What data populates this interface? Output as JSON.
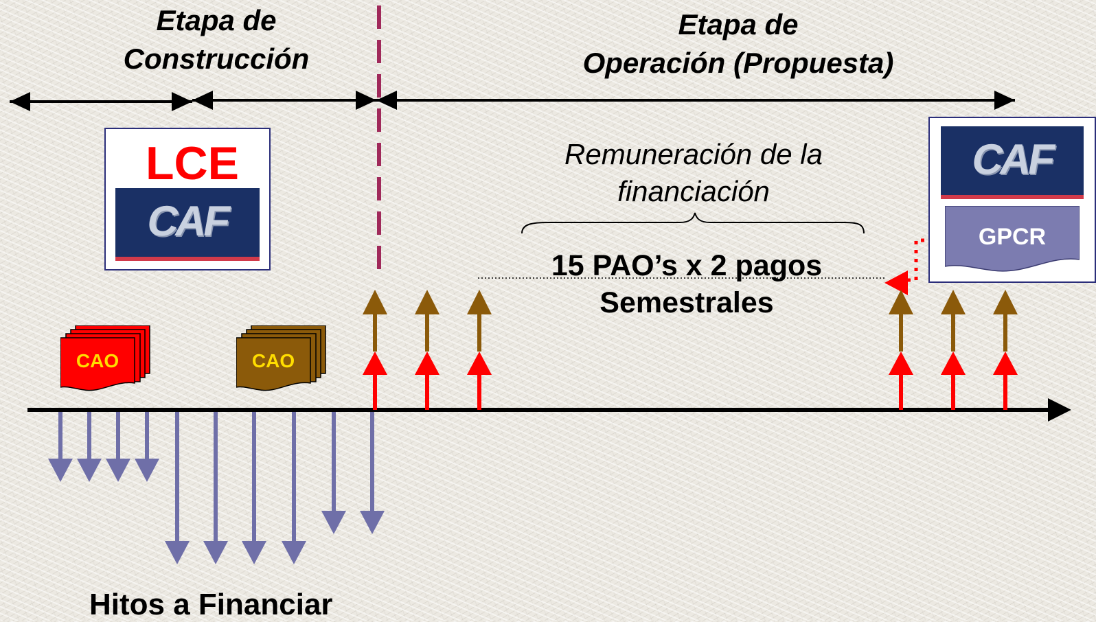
{
  "stages": {
    "construction": {
      "line1": "Etapa de",
      "line2": "Construcción"
    },
    "operation": {
      "line1": "Etapa  de",
      "line2": "Operación (Propuesta)"
    }
  },
  "lce_box": {
    "label": "LCE",
    "logo_text": "CAF"
  },
  "right_box": {
    "logo_text": "CAF",
    "gpcr_label": "GPCR"
  },
  "remuneration": {
    "line1": "Remuneración de la",
    "line2": "financiación"
  },
  "payments": {
    "line1": "15 PAO’s x 2 pagos",
    "line2": "Semestrales"
  },
  "documents": [
    {
      "label": "CAO",
      "color": "#ff0000"
    },
    {
      "label": "CAO",
      "color": "#8b5a0a"
    }
  ],
  "milestones_label": "Hitos a Financiar",
  "colors": {
    "timeline": "#000000",
    "divider": "#a0295a",
    "down_arrows": "#6f6fa8",
    "red_arrows": "#ff0000",
    "brown_arrows": "#8b5a0a",
    "caf_blue": "#1a3065"
  }
}
